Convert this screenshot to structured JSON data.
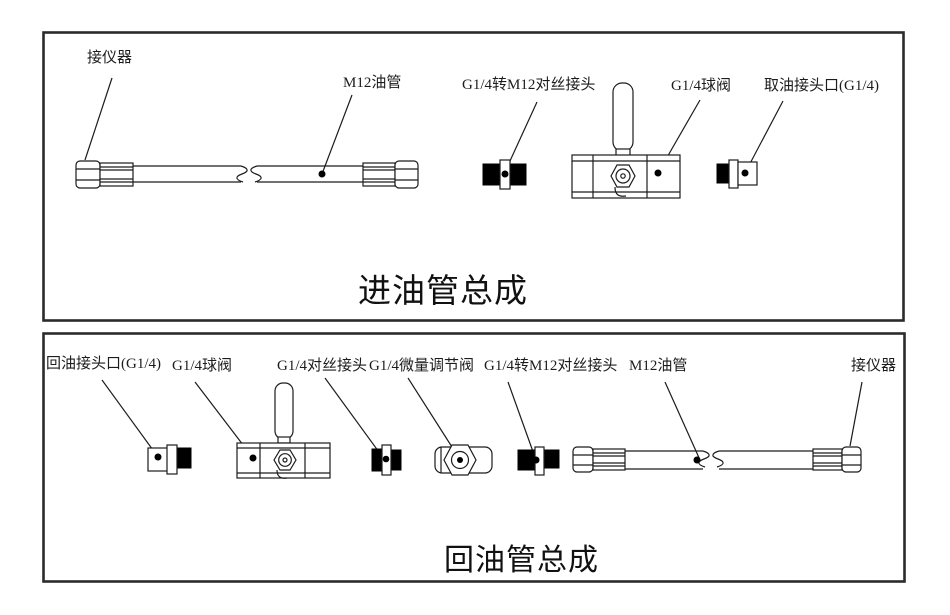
{
  "colors": {
    "line": "#1c1c1c",
    "background": "#ffffff",
    "fitting_fill": "#000000",
    "panel_border": "#2b2b2b"
  },
  "inlet_panel": {
    "title": "进油管总成",
    "labels": {
      "instrument": "接仪器",
      "pipe": "M12油管",
      "adapter": "G1/4转M12对丝接头",
      "valve": "G1/4球阀",
      "port": "取油接头口(G1/4)"
    }
  },
  "return_panel": {
    "title": "回油管总成",
    "labels": {
      "port": "回油接头口(G1/4)",
      "valve": "G1/4球阀",
      "union": "G1/4对丝接头",
      "needle_valve": "G1/4微量调节阀",
      "adapter": "G1/4转M12对丝接头",
      "pipe": "M12油管",
      "instrument": "接仪器"
    }
  }
}
